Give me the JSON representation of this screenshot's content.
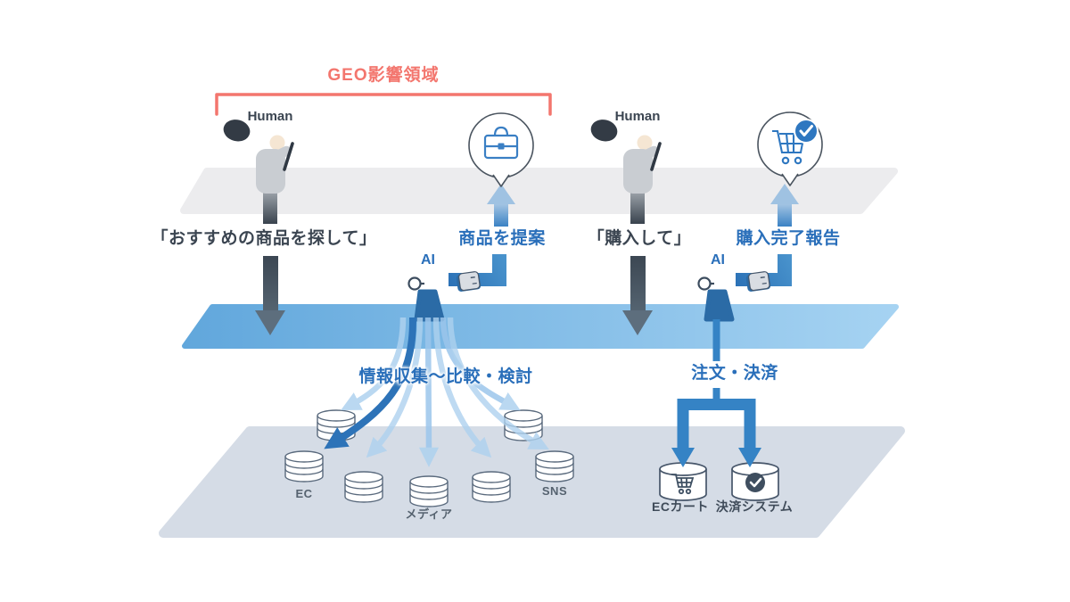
{
  "header": {
    "geo_area_label": "GEO影響領域"
  },
  "actors": {
    "human_left_label": "Human",
    "human_right_label": "Human",
    "ai_left_label": "AI",
    "ai_right_label": "AI"
  },
  "messages": {
    "find_request": "「おすすめの商品を探して」",
    "propose_products": "商品を提案",
    "buy_request": "「購入して」",
    "purchase_complete_report": "購入完了報告",
    "info_gathering": "情報収集〜比較・検討",
    "order_payment": "注文・決済"
  },
  "data_sources": {
    "ec_label": "EC",
    "media_label": "メディア",
    "sns_label": "SNS"
  },
  "systems": {
    "ec_cart_label": "ECカート",
    "payment_system_label": "決済システム"
  },
  "icons": {
    "briefcase": "briefcase-icon",
    "cart_check": "cart-check-icon",
    "smartphone": "smartphone-icon",
    "database": "database-icon",
    "check": "check-icon"
  },
  "colors": {
    "accent_red": "#f3766e",
    "accent_blue": "#2a6fba",
    "arrow_blue": "#3583c5",
    "arrow_light_blue": "#aed2ef",
    "arrow_dark_gray": "#5d6e7d",
    "band_gray": "#ececee",
    "band_blue_left": "#61a7dc",
    "band_blue_right": "#a6d3f2",
    "band_bottom": "#d5dce6"
  }
}
